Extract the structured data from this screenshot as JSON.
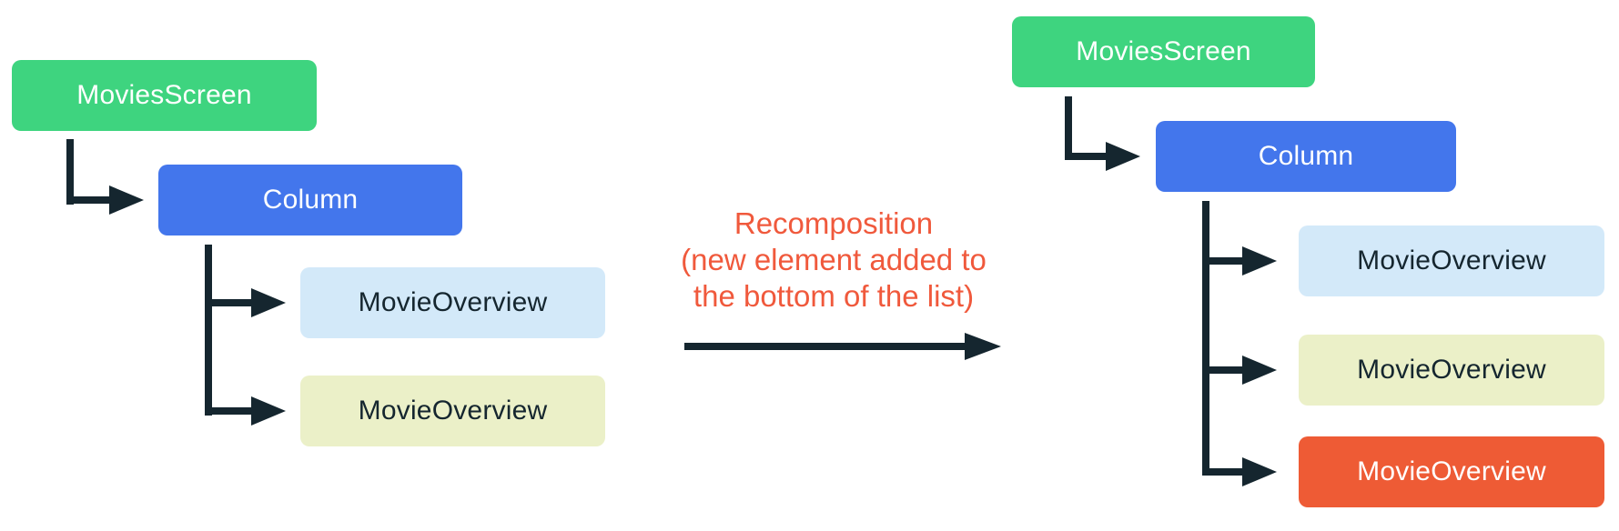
{
  "colors": {
    "green": "#3ED47F",
    "blue": "#4376EC",
    "light_blue": "#D3E9F9",
    "pale_yellow": "#EBF0C8",
    "orange": "#EE5B35",
    "line": "#15262F",
    "label": "#F0593C",
    "text_light": "#FFFFFF",
    "text_dark": "#15262F"
  },
  "before_tree": {
    "root": "MoviesScreen",
    "column": "Column",
    "items": [
      "MovieOverview",
      "MovieOverview"
    ]
  },
  "transition": {
    "line1": "Recomposition",
    "line2": "(new element added to",
    "line3": "the bottom of the list)"
  },
  "after_tree": {
    "root": "MoviesScreen",
    "column": "Column",
    "items": [
      "MovieOverview",
      "MovieOverview",
      "MovieOverview"
    ]
  }
}
